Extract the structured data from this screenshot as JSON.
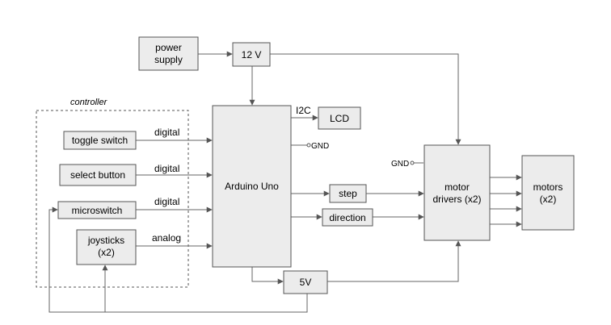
{
  "blocks": {
    "power_supply": [
      "power",
      "supply"
    ],
    "v12": "12 V",
    "arduino": "Arduino Uno",
    "lcd": "LCD",
    "step": "step",
    "direction": "direction",
    "motor_drivers": [
      "motor",
      "drivers (x2)"
    ],
    "motors": [
      "motors",
      "(x2)"
    ],
    "v5": "5V",
    "toggle_switch": "toggle switch",
    "select_button": "select button",
    "microswitch": "microswitch",
    "joysticks": [
      "joysticks",
      "(x2)"
    ]
  },
  "labels": {
    "controller": "controller",
    "i2c": "I2C",
    "gnd_arduino": "GND",
    "gnd_driver": "GND",
    "digital_1": "digital",
    "digital_2": "digital",
    "digital_3": "digital",
    "analog": "analog"
  }
}
